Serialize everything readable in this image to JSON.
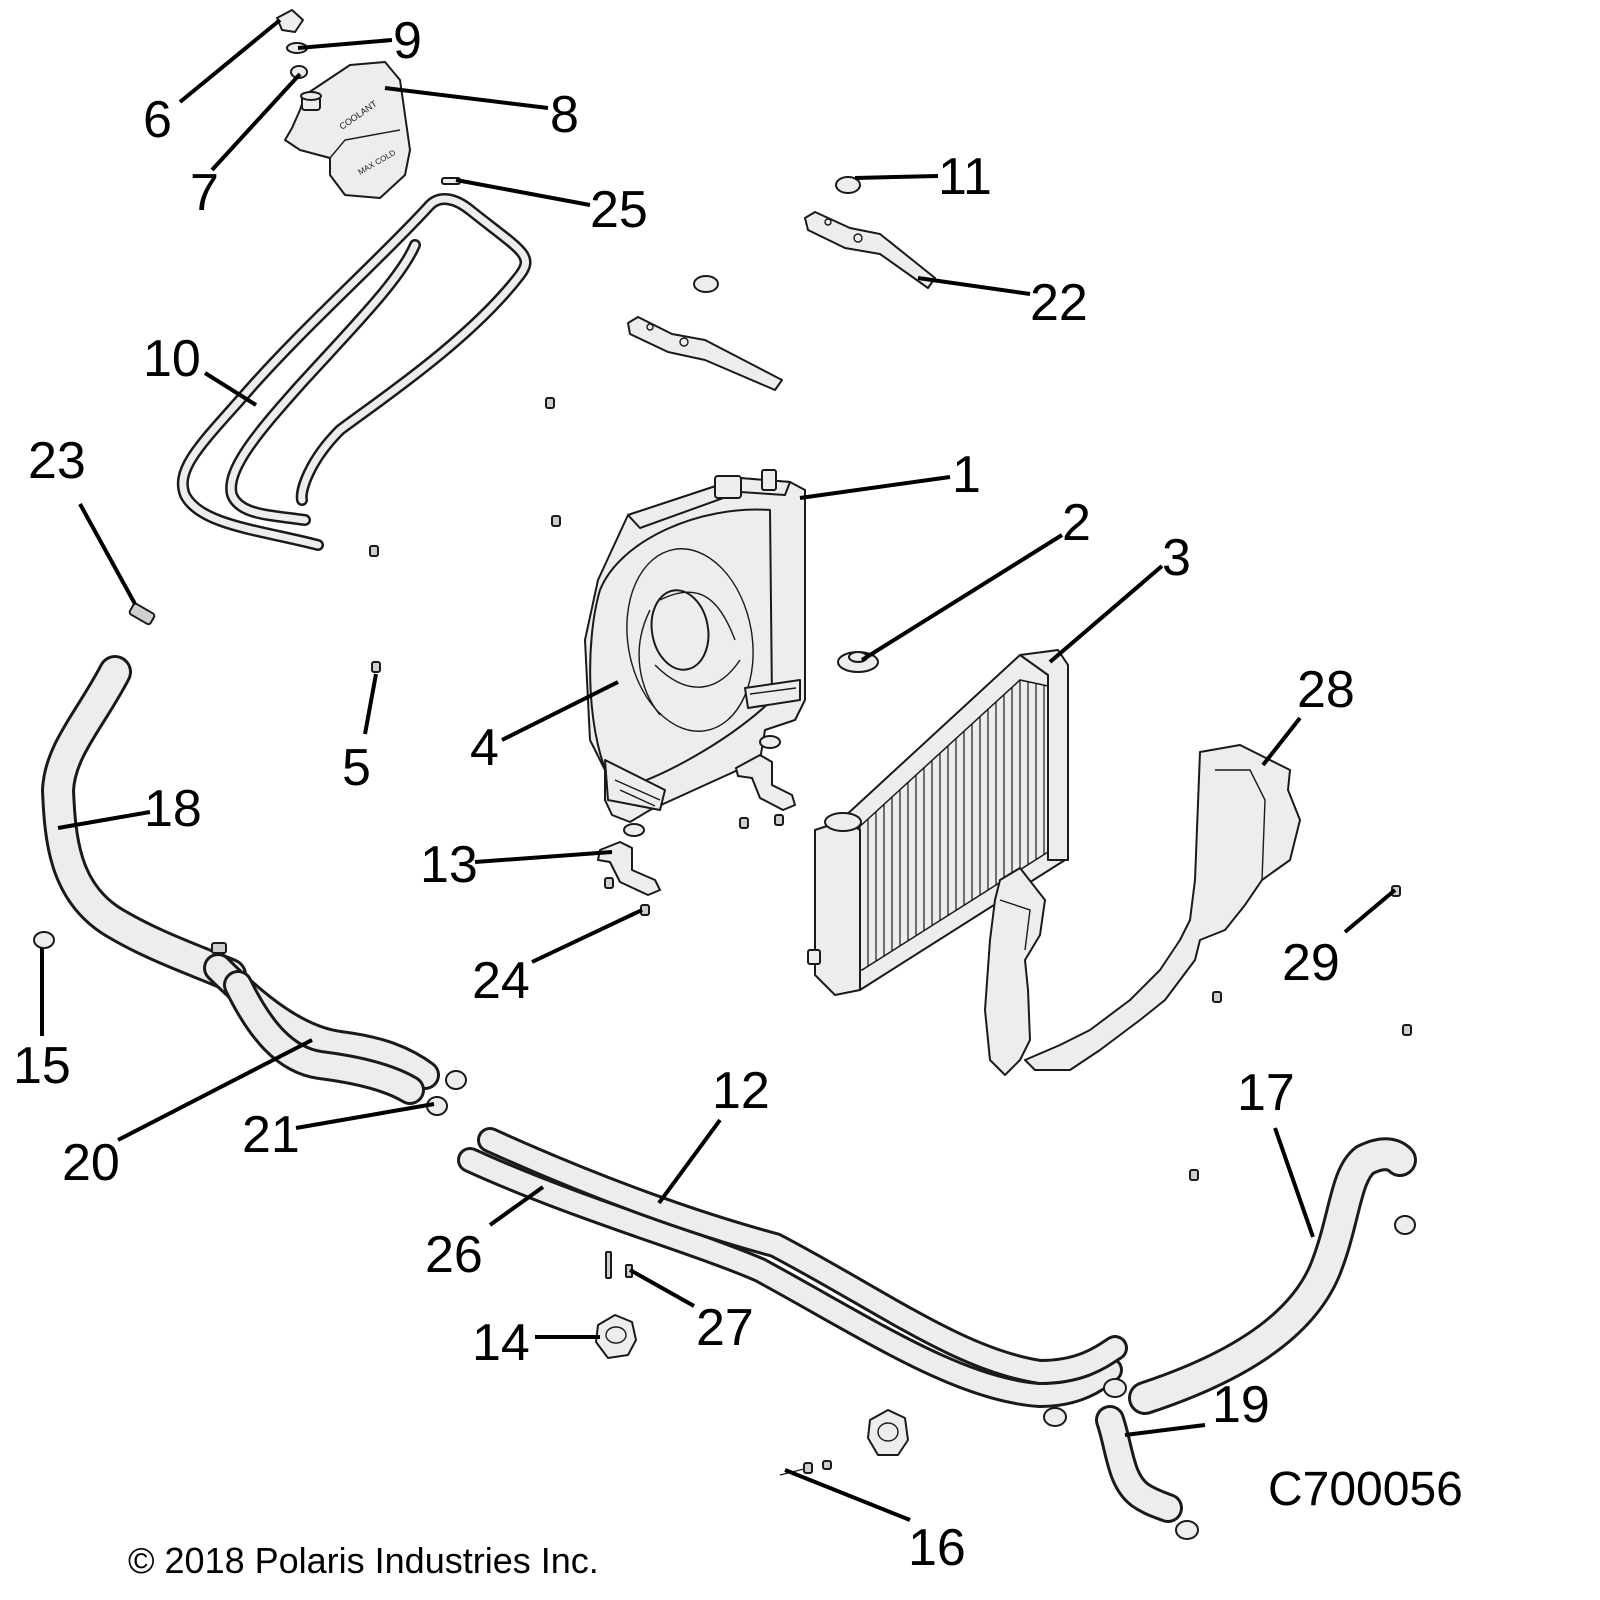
{
  "drawing_id": "C700056",
  "copyright": "© 2018 Polaris Industries Inc.",
  "tank_text": {
    "line1": "COOLANT",
    "line2": "MAX COLD"
  },
  "callouts": {
    "c1": "1",
    "c2": "2",
    "c3": "3",
    "c4": "4",
    "c5": "5",
    "c6": "6",
    "c7": "7",
    "c8": "8",
    "c9": "9",
    "c10": "10",
    "c11": "11",
    "c12": "12",
    "c13": "13",
    "c14": "14",
    "c15": "15",
    "c16": "16",
    "c17": "17",
    "c18": "18",
    "c19": "19",
    "c20": "20",
    "c21": "21",
    "c22": "22",
    "c23": "23",
    "c24": "24",
    "c25": "25",
    "c26": "26",
    "c27": "27",
    "c28": "28",
    "c29": "29"
  },
  "colors": {
    "line": "#1a1a1a",
    "part_fill": "#ededed",
    "background": "#ffffff"
  }
}
